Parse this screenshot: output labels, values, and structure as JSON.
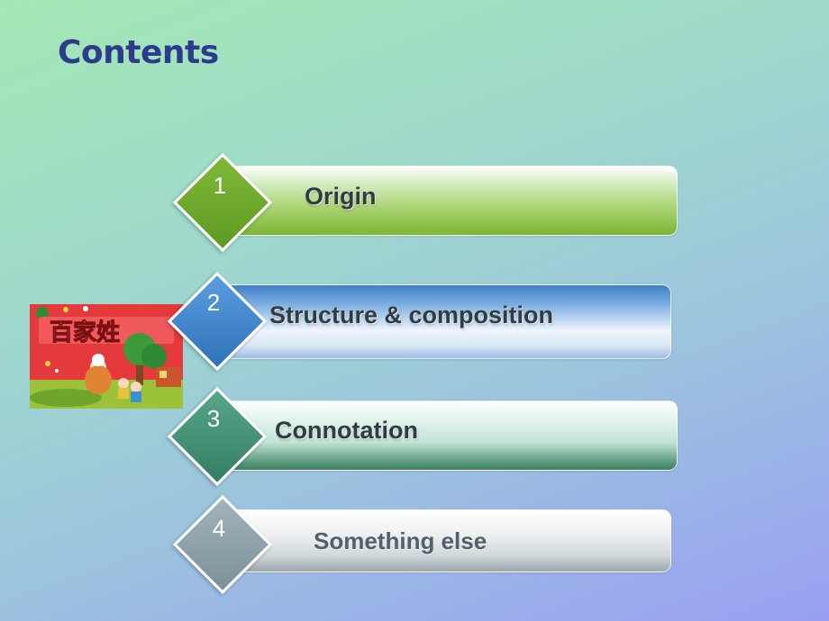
{
  "slide": {
    "title": "Contents",
    "items": [
      {
        "number": "1",
        "label": "Origin",
        "color": "#6aa52a"
      },
      {
        "number": "2",
        "label": "Structure & composition",
        "color": "#3f86c7"
      },
      {
        "number": "3",
        "label": "Connotation",
        "color": "#45927a"
      },
      {
        "number": "4",
        "label": "Something else",
        "color": "#8ea3ab"
      }
    ],
    "book_image": {
      "title": "百家姓"
    }
  }
}
